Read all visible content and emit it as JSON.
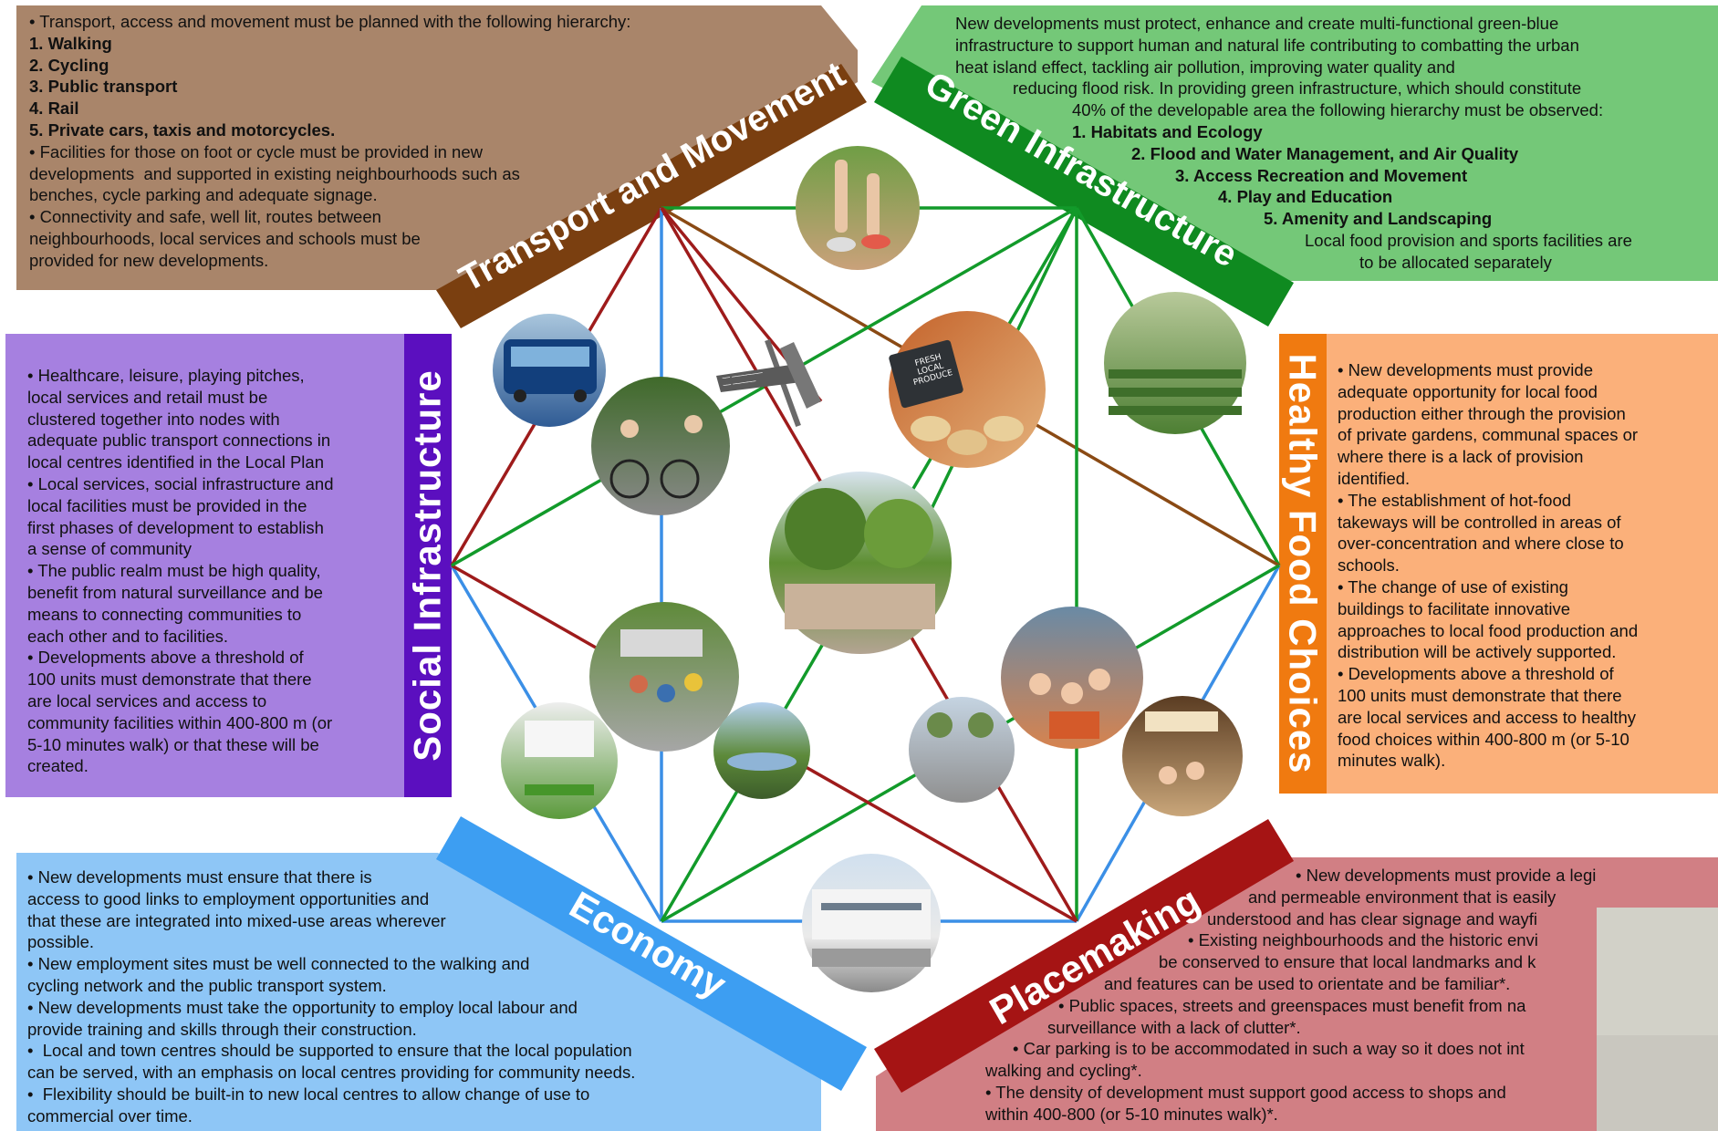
{
  "colors": {
    "transport": "#a9856a",
    "transport_band": "#7a3f10",
    "green": "#74c878",
    "green_band": "#0f8a20",
    "social": "#a680e0",
    "social_band": "#5b0fbf",
    "food": "#fbb07a",
    "food_band": "#f07a10",
    "economy": "#8ec6f6",
    "economy_band": "#3d9ef2",
    "place": "#d17f84",
    "place_band": "#a51414",
    "line_red": "#9e1b1b",
    "line_blue": "#3b8fe6",
    "line_green": "#129a2a",
    "line_brown": "#8a4a14"
  },
  "titles": {
    "transport": "Transport and Movement",
    "green": "Green Infrastructure",
    "social": "Social Infrastructure",
    "food": "Healthy Food Choices",
    "economy": "Economy",
    "place": "Placemaking"
  },
  "transport": {
    "lines": [
      "• Transport, access and movement must be planned with the following hierarchy:",
      "1. Walking",
      "2. Cycling",
      "3. Public transport",
      "4. Rail",
      "5. Private cars, taxis and motorcycles.",
      "• Facilities for those on foot or cycle must be provided in new",
      "developments  and supported in existing neighbourhoods such as",
      "benches, cycle parking and adequate signage.",
      "• Connectivity and safe, well lit, routes between",
      "neighbourhoods, local services and schools must be",
      "provided for new developments."
    ]
  },
  "green": {
    "lines": [
      "New developments must protect, enhance and create multi-functional green-blue",
      "infrastructure to support human and natural life contributing to combatting the urban",
      "heat island effect, tackling air pollution, improving water quality and",
      "reducing flood risk. In providing green infrastructure, which should constitute",
      "40% of the developable area the following hierarchy must be observed:",
      "1. Habitats and Ecology",
      "2. Flood and Water Management, and Air Quality",
      "3. Access Recreation and Movement",
      "4. Play and Education",
      "5. Amenity and Landscaping",
      "Local food provision and sports facilities are",
      "to be allocated separately"
    ]
  },
  "social": {
    "lines": [
      "• Healthcare, leisure, playing pitches,",
      "local services and retail must be",
      "clustered together into nodes with",
      "adequate public transport connections in",
      "local centres identified in the Local Plan",
      "• Local services, social infrastructure and",
      "local facilities must be provided in the",
      "first phases of development to establish",
      "a sense of community",
      "• The public realm must be high quality,",
      "benefit from natural surveillance and be",
      "means to connecting communities to",
      "each other and to facilities.",
      "• Developments above a threshold of",
      "100 units must demonstrate that there",
      "are local services and access to",
      "community facilities within 400-800 m (or",
      "5-10 minutes walk) or that these will be",
      "created."
    ]
  },
  "food": {
    "lines": [
      "• New developments must provide",
      "adequate opportunity for local food",
      "production either through the provision",
      "of private gardens, communal spaces or",
      "where there is a lack of provision",
      "identified.",
      "• The establishment of hot-food",
      "takeways will be controlled in areas of",
      "over-concentration and where close to",
      "schools.",
      "• The change of use of existing",
      "buildings to facilitate innovative",
      "approaches to local food production and",
      "distribution will be actively supported.",
      "• Developments above a threshold of",
      "100 units must demonstrate that there",
      "are local services and access to healthy",
      "food choices within 400-800 m (or 5-10",
      "minutes walk)."
    ]
  },
  "economy": {
    "lines": [
      "• New developments must ensure that there is",
      "access to good links to employment opportunities and",
      "that these are integrated into mixed-use areas wherever",
      "possible.",
      "• New employment sites must be well connected to the walking and",
      "cycling network and the public transport system.",
      "• New developments must take the opportunity to employ local labour and",
      "provide training and skills through their construction.",
      "•  Local and town centres should be supported to ensure that the local population",
      "can be served, with an emphasis on local centres providing for community needs.",
      "•  Flexibility should be built-in to new local centres to allow change of use to",
      "commercial over time."
    ]
  },
  "place": {
    "lines": [
      "• New developments must provide a legible",
      "and permeable environment that is easily",
      "understood and has clear signage and wayfi",
      "• Existing neighbourhoods and the historic envi",
      "be conserved to ensure that local landmarks and k",
      "and features can be used to orientate and be familiar*.",
      "• Public spaces, streets and greenspaces must benefit from na",
      "surveillance with a lack of clutter*.",
      "• Car parking is to be accommodated in such a way so it does not int",
      "walking and cycling*.",
      "• The density of development must support good access to shops and",
      "within 400-800 (or 5-10 minutes walk)*."
    ]
  },
  "sign": {
    "line1": "── ────────",
    "line2": "── ──────"
  },
  "produce_sign": {
    "line1": "FRESH",
    "line2": "LOCAL",
    "line3": "PRODUCE"
  },
  "photos": [
    {
      "name": "walking-photo",
      "colors": [
        "#5d8f3c",
        "#e8c8a8",
        "#c54b3c"
      ]
    },
    {
      "name": "bus-photo",
      "colors": [
        "#9fbfd8",
        "#0f3f7a",
        "#2e5c9e"
      ]
    },
    {
      "name": "cycling-photo",
      "colors": [
        "#4e7a33",
        "#c9c9c9",
        "#7a6b58"
      ]
    },
    {
      "name": "produce-photo",
      "colors": [
        "#b45a23",
        "#e2a66a",
        "#3d6a2c"
      ]
    },
    {
      "name": "allotment-photo",
      "colors": [
        "#9bb37a",
        "#3f6f2c",
        "#6a8f48"
      ]
    },
    {
      "name": "trees-street-photo",
      "colors": [
        "#8ab25e",
        "#4d7a2c",
        "#c9b9a4"
      ]
    },
    {
      "name": "children-play-photo",
      "colors": [
        "#4f7a2c",
        "#b3b3b3",
        "#d06a4a"
      ]
    },
    {
      "name": "school-children-photo",
      "colors": [
        "#5a7a9a",
        "#e8a77a",
        "#d45a2a"
      ]
    },
    {
      "name": "library-interior-photo",
      "colors": [
        "#d8d8d8",
        "#5a9a3c",
        "#8a8a8a"
      ]
    },
    {
      "name": "wetland-photo",
      "colors": [
        "#a3c4e8",
        "#5d8a3a",
        "#3c5c2a"
      ]
    },
    {
      "name": "plaza-photo",
      "colors": [
        "#b9c9d9",
        "#9a9a9a",
        "#6a8a4a"
      ]
    },
    {
      "name": "market-stall-photo",
      "colors": [
        "#6a4a2a",
        "#c8a878",
        "#3a3a3a"
      ]
    },
    {
      "name": "building-photo",
      "colors": [
        "#c9d9e8",
        "#e8e8e8",
        "#6a7a8a"
      ]
    }
  ]
}
